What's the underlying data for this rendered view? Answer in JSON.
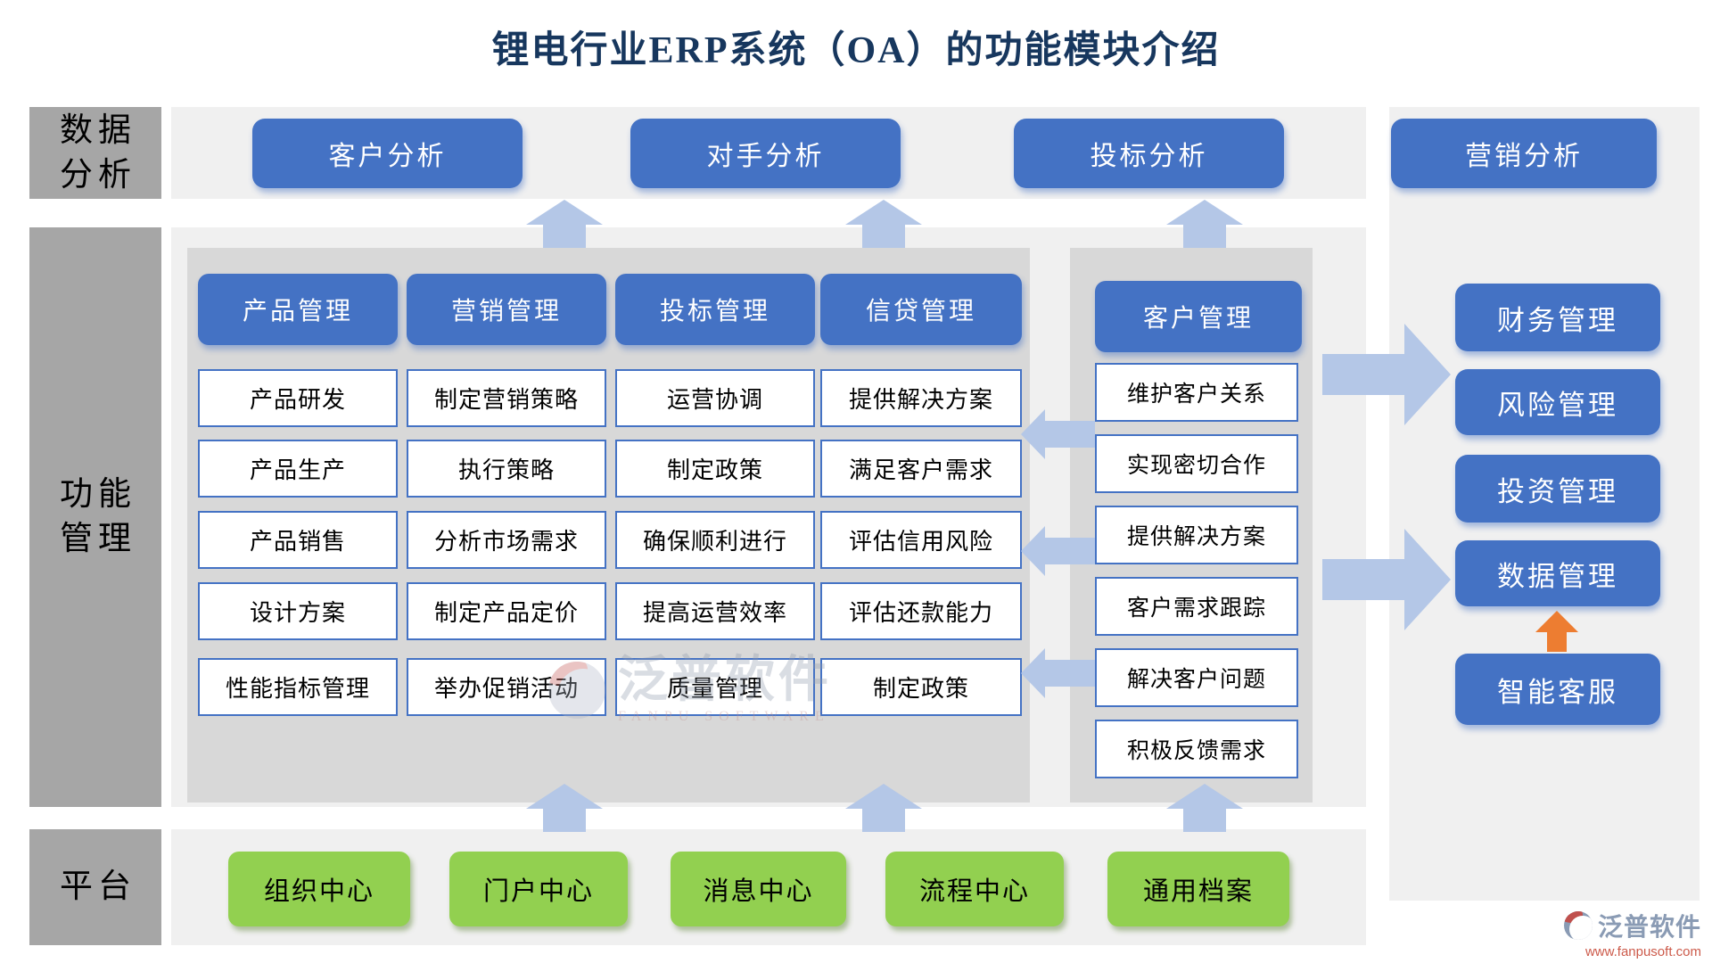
{
  "title": "锂电行业ERP系统（OA）的功能模块介绍",
  "colors": {
    "primary_blue": "#4472C4",
    "arrow_blue": "#B4C7E7",
    "green": "#92D050",
    "orange": "#ED7D31",
    "panel_gray": "#D8D8D8",
    "strip_gray": "#F0F0F0",
    "sidebar_gray": "#A6A6A6",
    "title_navy": "#17375E"
  },
  "sidebar": {
    "sections": [
      {
        "line1": "数据",
        "line2": "分析"
      },
      {
        "line1": "功能",
        "line2": "管理"
      },
      {
        "line1": "平台",
        "line2": ""
      }
    ]
  },
  "analysis_row": {
    "buttons": [
      "客户分析",
      "对手分析",
      "投标分析",
      "营销分析"
    ]
  },
  "function_columns": [
    {
      "header": "产品管理",
      "items": [
        "产品研发",
        "产品生产",
        "产品销售",
        "设计方案",
        "性能指标管理"
      ]
    },
    {
      "header": "营销管理",
      "items": [
        "制定营销策略",
        "执行策略",
        "分析市场需求",
        "制定产品定价",
        "举办促销活动"
      ]
    },
    {
      "header": "投标管理",
      "items": [
        "运营协调",
        "制定政策",
        "确保顺利进行",
        "提高运营效率",
        "质量管理"
      ]
    },
    {
      "header": "信贷管理",
      "items": [
        "提供解决方案",
        "满足客户需求",
        "评估信用风险",
        "评估还款能力",
        "制定政策"
      ]
    }
  ],
  "customer_column": {
    "header": "客户管理",
    "items": [
      "维护客户关系",
      "实现密切合作",
      "提供解决方案",
      "客户需求跟踪",
      "解决客户问题",
      "积极反馈需求"
    ]
  },
  "right_column": {
    "buttons": [
      "财务管理",
      "风险管理",
      "投资管理",
      "数据管理",
      "智能客服"
    ]
  },
  "platform_row": {
    "buttons": [
      "组织中心",
      "门户中心",
      "消息中心",
      "流程中心",
      "通用档案"
    ]
  },
  "watermark": {
    "text": "泛普软件",
    "subtext": "FANPU SOFTWARE"
  },
  "logo": {
    "name": "泛普软件",
    "url": "www.fanpusoft.com"
  }
}
